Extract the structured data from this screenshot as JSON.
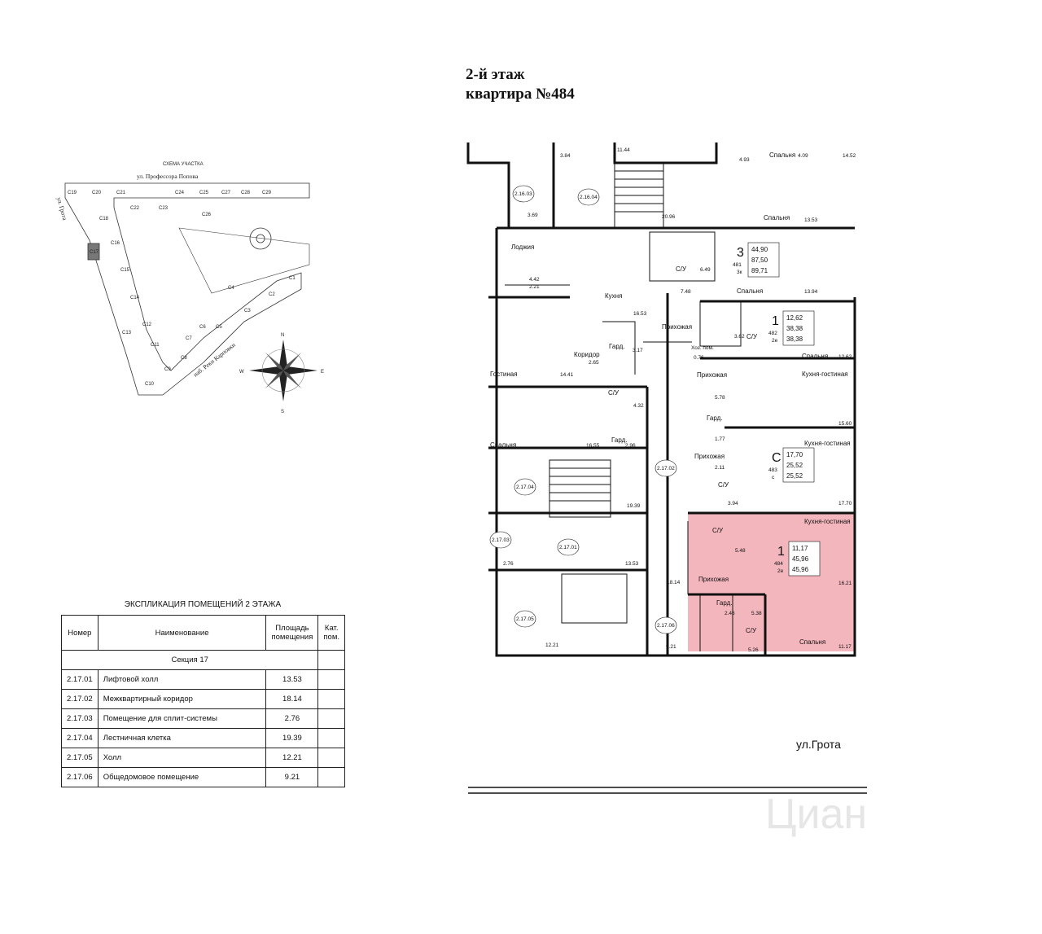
{
  "heading": {
    "line1": "2-й этаж",
    "line2": "квартира №484"
  },
  "street": "ул.Грота",
  "watermark": "Циан",
  "site_scheme": {
    "title": "СХЕМА УЧАСТКА",
    "street_top": "ул. Профессора Попова",
    "street_left": "ул. Грота",
    "street_bottom": "наб. Реки Карповки",
    "compass": {
      "n": "N",
      "e": "E",
      "s": "S",
      "w": "W"
    },
    "sections": [
      "С19",
      "С20",
      "С21",
      "С22",
      "С23",
      "С24",
      "С25",
      "С27",
      "С28",
      "С29",
      "С18",
      "С16",
      "С17",
      "С15",
      "С14",
      "С13",
      "С12",
      "С11",
      "С10",
      "С9",
      "С8",
      "С7",
      "С6",
      "С5",
      "С4",
      "С3",
      "С2",
      "С1",
      "С26"
    ]
  },
  "explication": {
    "title": "ЭКСПЛИКАЦИЯ ПОМЕЩЕНИЙ 2 ЭТАЖА",
    "headers": {
      "number": "Номер",
      "name": "Наименование",
      "area": "Площадь помещения",
      "cat": "Кат. пом."
    },
    "section_label": "Секция 17",
    "rows": [
      {
        "number": "2.17.01",
        "name": "Лифтовой холл",
        "area": "13.53"
      },
      {
        "number": "2.17.02",
        "name": "Межквартирный коридор",
        "area": "18.14"
      },
      {
        "number": "2.17.03",
        "name": "Помещение для сплит-системы",
        "area": "2.76"
      },
      {
        "number": "2.17.04",
        "name": "Лестничная клетка",
        "area": "19.39"
      },
      {
        "number": "2.17.05",
        "name": "Холл",
        "area": "12.21"
      },
      {
        "number": "2.17.06",
        "name": "Общедомовое помещение",
        "area": "9.21"
      }
    ]
  },
  "plan": {
    "highlight_color": "#f4b6bd",
    "apartments": [
      {
        "rooms": "3",
        "number": "481",
        "type": "3к",
        "living": "44,90",
        "total": "87,50",
        "total2": "89,71"
      },
      {
        "rooms": "1",
        "number": "482",
        "type": "2е",
        "living": "12,62",
        "total": "38,38",
        "total2": "38,38"
      },
      {
        "rooms": "С",
        "number": "483",
        "type": "с",
        "living": "17,70",
        "total": "25,52",
        "total2": "25,52"
      },
      {
        "rooms": "1",
        "number": "484",
        "type": "2е",
        "living": "11,17",
        "total": "45,96",
        "total2": "45,96"
      }
    ],
    "rooms": {
      "kitchen": "Кухня",
      "living_room": "Гостиная",
      "bedroom": "Спальня",
      "hall": "Прихожая",
      "corridor": "Коридор",
      "wardrobe": "Гард.",
      "bathroom": "С/У",
      "loggia": "Лоджия",
      "kitchen_living": "Кухня-гостиная",
      "utility": "Хоз. пом."
    },
    "areas": [
      "3.84",
      "11.44",
      "4.93",
      "4.09",
      "14.52",
      "20.96",
      "13.53",
      "3.69",
      "6.49",
      "7.48",
      "13.94",
      "4.42",
      "2.21",
      "16.53",
      "3.17",
      "2.65",
      "3.62",
      "0.76",
      "12.62",
      "14.41",
      "4.32",
      "5.78",
      "16.55",
      "2.96",
      "1.77",
      "15.60",
      "2.11",
      "3.94",
      "17.70",
      "19.39",
      "5.48",
      "16.21",
      "13.53",
      "18.14",
      "2.76",
      "2.46",
      "5.38",
      "12.21",
      "9.21",
      "5.26",
      "11.17"
    ],
    "room_ids": [
      "2.16.03",
      "2.16.04",
      "2.17.02",
      "2.17.04",
      "2.17.03",
      "2.17.01",
      "2.17.05",
      "2.17.06"
    ]
  }
}
